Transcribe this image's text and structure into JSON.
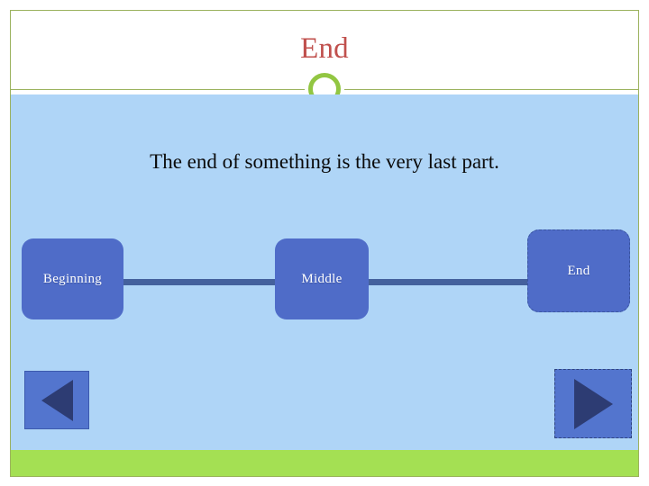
{
  "slide": {
    "title": "End",
    "body_text": "The end of something is the very last part.",
    "colors": {
      "title_text": "#C0504D",
      "accent_green": "#9BB25E",
      "ring_green": "#92C642",
      "content_background": "#AFD5F7",
      "footer_green": "#A4E053",
      "box_blue": "#4F6CC8",
      "connector_blue": "#44619D",
      "nav_button_blue": "#5375CE",
      "nav_arrow_navy": "#2D3C73",
      "body_text": "#0A0A0A"
    },
    "decorations": {
      "header_ring": "circle-ring-icon",
      "header_rule": "horizontal-divider",
      "footer_bar": "footer-accent-bar"
    }
  },
  "diagram": {
    "type": "process-flow",
    "orientation": "horizontal",
    "steps": [
      {
        "label": "Beginning"
      },
      {
        "label": "Middle"
      },
      {
        "label": "End"
      }
    ],
    "connectors": [
      {
        "from": "Beginning",
        "to": "Middle"
      },
      {
        "from": "Middle",
        "to": "End"
      }
    ],
    "selected_step": "End"
  },
  "navigation": {
    "previous": {
      "label": "",
      "icon": "triangle-left-icon"
    },
    "next": {
      "label": "",
      "icon": "triangle-right-icon",
      "selected": true
    }
  }
}
